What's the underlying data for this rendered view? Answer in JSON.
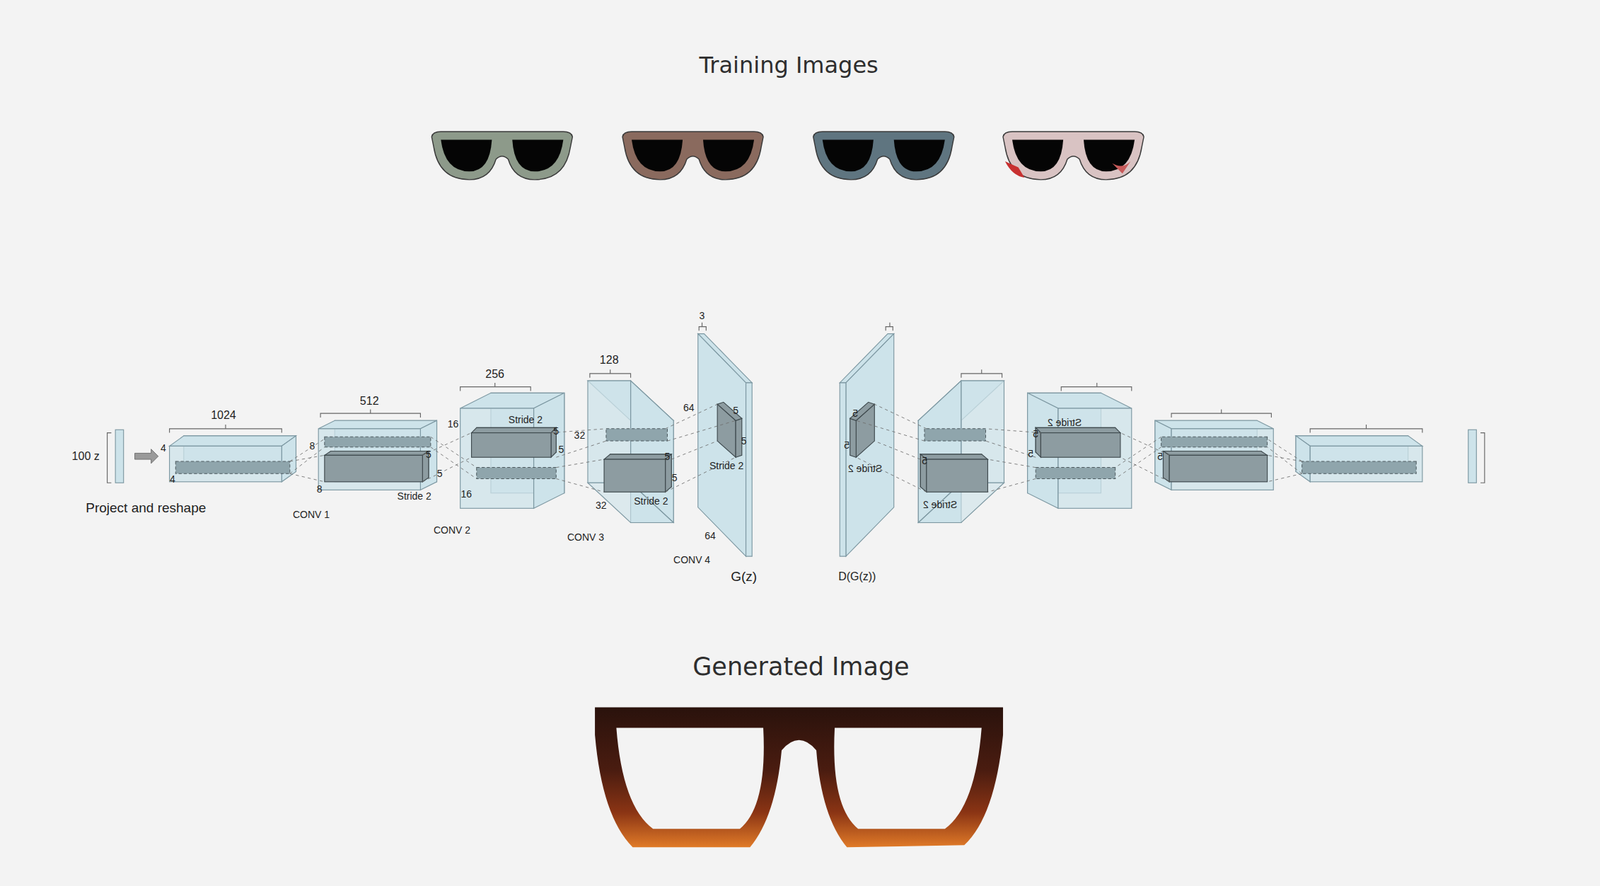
{
  "diagram": {
    "title": "Training Images",
    "labels": [
      "100 z",
      "Project and reshape",
      "1024",
      "4",
      "4",
      "CONV 1",
      "512",
      "8",
      "5",
      "5",
      "8",
      "Stride 2",
      "CONV 2",
      "256",
      "16",
      "Stride 2",
      "5",
      "5",
      "16",
      "CONV 3",
      "128",
      "32",
      "5",
      "5",
      "32",
      "Stride 2",
      "CONV 4",
      "3",
      "64",
      "5",
      "5",
      "Stride 2",
      "64",
      "G(z)",
      "D(G(z))",
      "5",
      "5",
      "Stride 2",
      "5",
      "Stride 2",
      "5",
      "Stride 2",
      "5",
      "5",
      "Generated Image"
    ]
  }
}
